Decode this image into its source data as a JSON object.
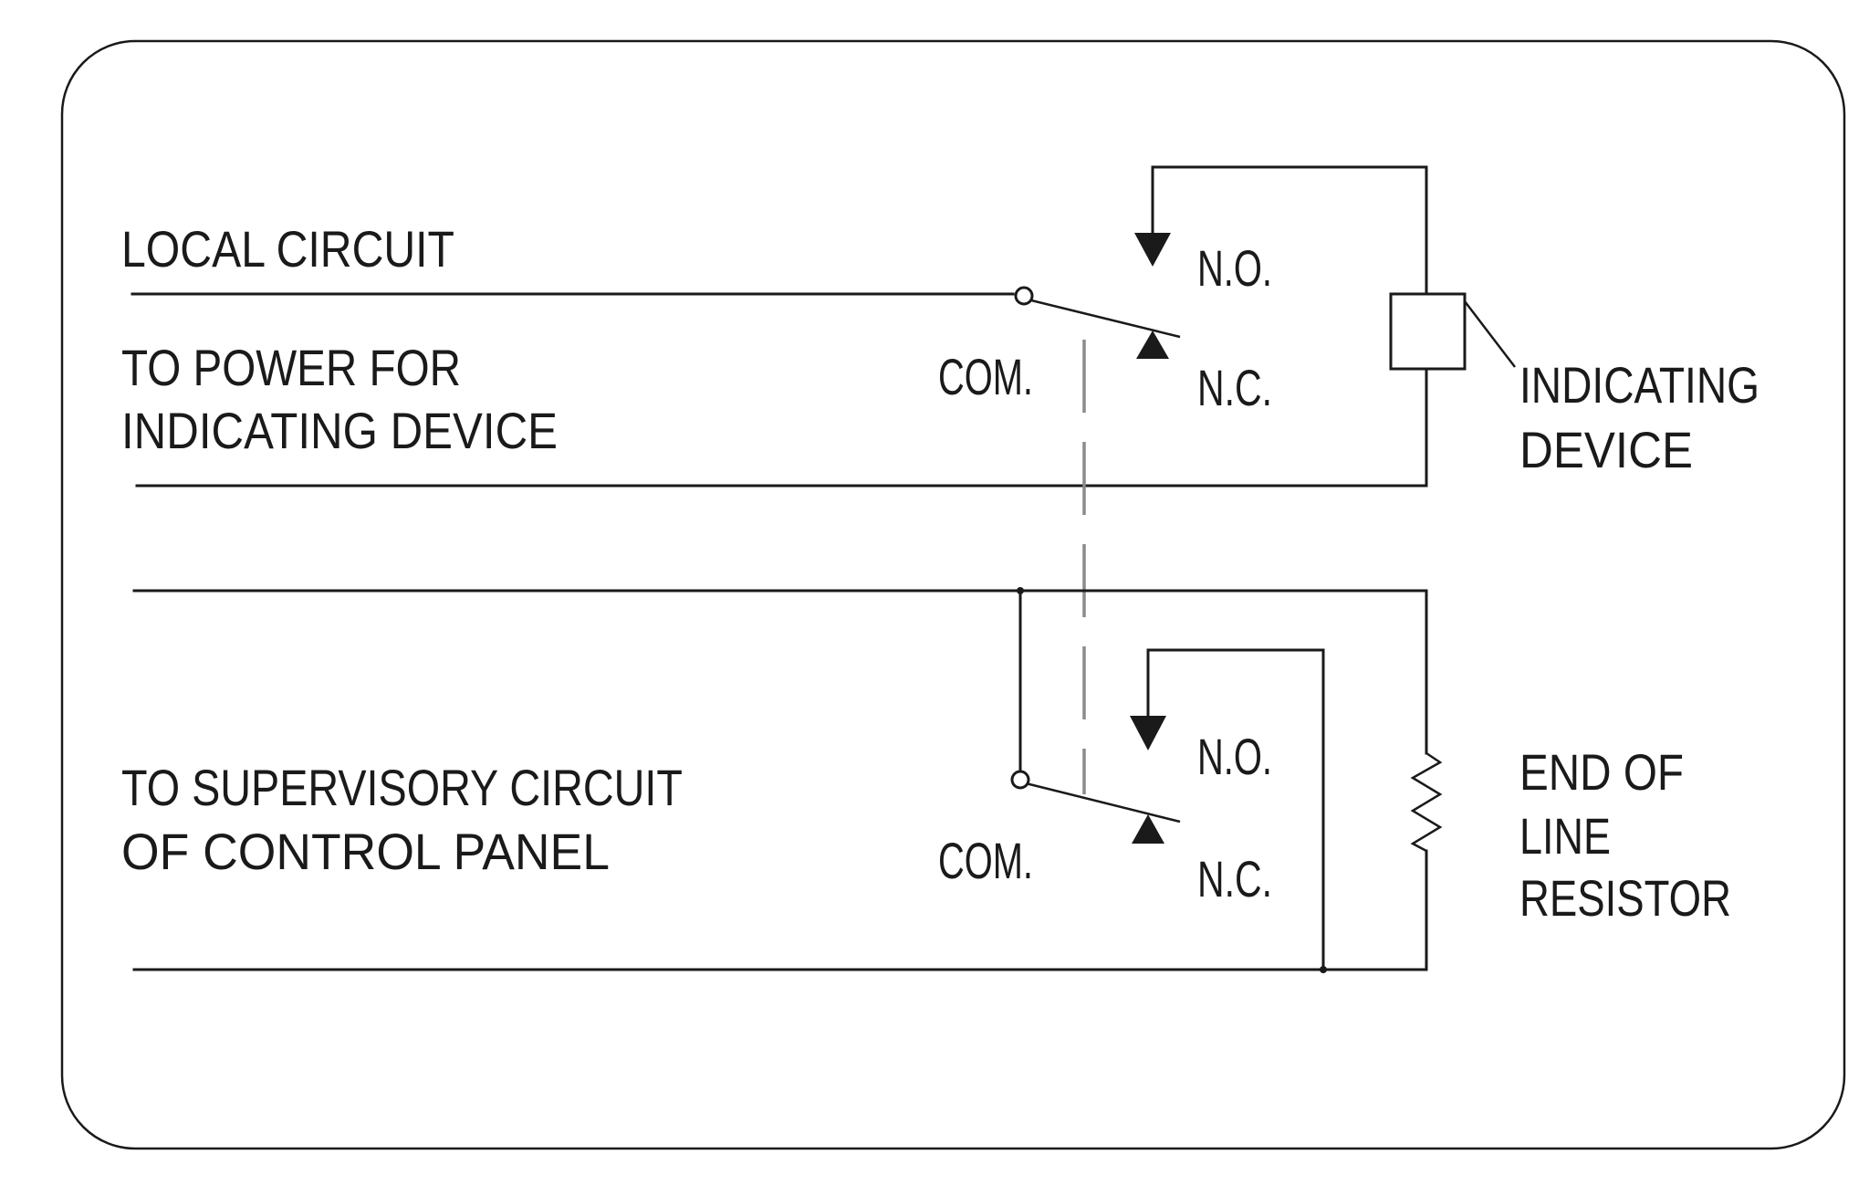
{
  "labels": {
    "local_circuit": "LOCAL  CIRCUIT",
    "power_line1": "TO  POWER  FOR",
    "power_line2": "INDICATING   DEVICE",
    "supervisory_line1": "TO SUPERVISORY  CIRCUIT",
    "supervisory_line2": "OF CONTROL  PANEL",
    "indicating_line1": "INDICATING",
    "indicating_line2": "DEVICE",
    "eol_line1": "END  OF",
    "eol_line2": "LINE",
    "eol_line3": "RESISTOR",
    "upper_no": "N.O.",
    "upper_nc": "N.C.",
    "upper_com": "COM.",
    "lower_no": "N.O.",
    "lower_nc": "N.C.",
    "lower_com": "COM."
  },
  "colors": {
    "line": "#1a1a1a",
    "dashed_link": "#8a8a8a",
    "background": "#ffffff"
  }
}
